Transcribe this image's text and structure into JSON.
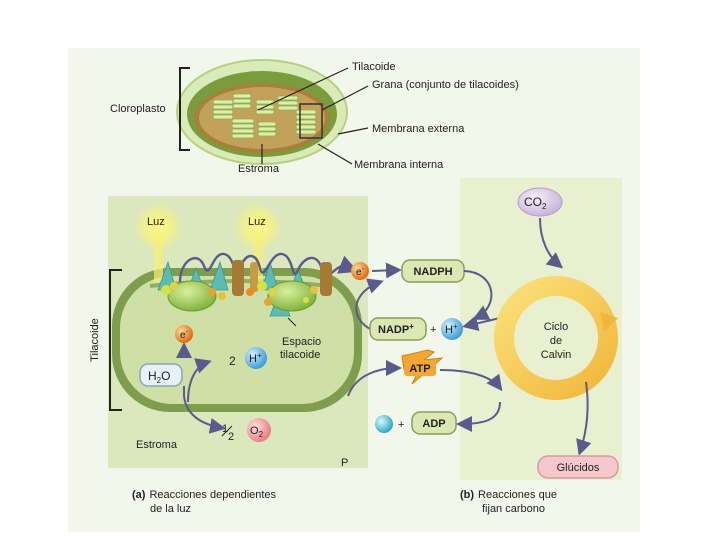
{
  "labels": {
    "tilacoide": "Tilacoide",
    "grana": "Grana (conjunto de tilacoides)",
    "cloroplasto": "Cloroplasto",
    "membrana_externa": "Membrana externa",
    "membrana_interna": "Membrana interna",
    "estroma_top": "Estroma",
    "luz1": "Luz",
    "luz2": "Luz",
    "tilacoide_side": "Tilacoide",
    "espacio_line1": "Espacio",
    "espacio_line2": "tilacoide",
    "estroma_bottom": "Estroma",
    "p_label": "P",
    "nadph": "NADPH",
    "nadp": "NADP",
    "nadp_sup": "+",
    "atp": "ATP",
    "adp": "ADP",
    "plus1": "+",
    "plus2": "+",
    "h_plus_1": "H",
    "h_plus_1_sup": "+",
    "h_plus_2": "H",
    "h_plus_2_sup": "+",
    "two": "2",
    "half_num": "1",
    "half_den": "2",
    "o2_main": "O",
    "o2_sub": "2",
    "h2o_h": "H",
    "h2o_sub": "2",
    "h2o_o": "O",
    "e_minus_1": "e",
    "e_minus_1_sup": "-",
    "e_minus_2": "e",
    "e_minus_2_sup": "-",
    "co2_main": "CO",
    "co2_sub": "2",
    "ciclo_line1": "Ciclo",
    "ciclo_line2": "de",
    "ciclo_line3": "Calvin",
    "glucidos": "Glúcidos",
    "caption_a_tag": "(a)",
    "caption_a_line1": "Reacciones dependientes",
    "caption_a_line2": "de la luz",
    "caption_b_tag": "(b)",
    "caption_b_line1": "Reacciones que",
    "caption_b_line2": "fijan carbono"
  },
  "colors": {
    "panel_green": "#d8e6b8",
    "stroma_dark": "#7c9a4a",
    "stroma_light": "#cfe0a8",
    "pill_fill": "#dde7b4",
    "pill_stroke": "#8f9a5a",
    "arrow": "#5a5b8c",
    "calvin_ring": "#f6c850",
    "glucidos_fill": "#f3c7cc",
    "atp_orange": "#f3a733",
    "h_blue": "#5cb4e6",
    "e_orange": "#f08a22",
    "o2_pink": "#f19a9a",
    "co2_lilac": "#dccce6",
    "h2o_fill": "#e6f1f7"
  }
}
